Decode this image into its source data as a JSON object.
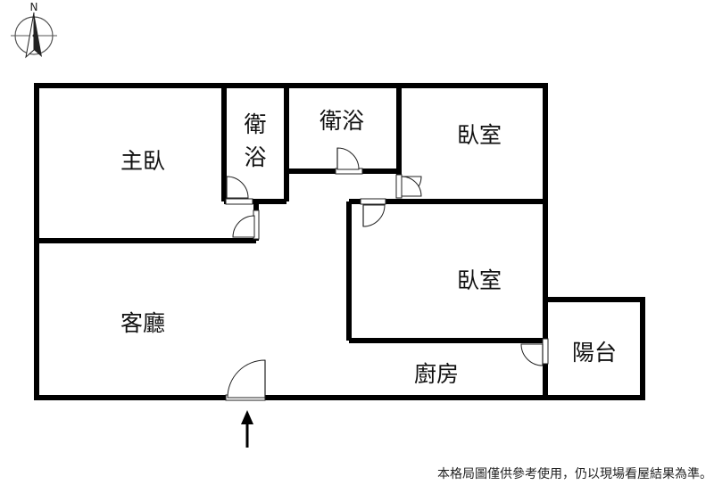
{
  "compass": {
    "north_label": "N"
  },
  "rooms": {
    "master_bedroom": "主臥",
    "bathroom_left": "衛\n浴",
    "bathroom_left_1": "衛",
    "bathroom_left_2": "浴",
    "bathroom_right": "衛浴",
    "bedroom_top": "臥室",
    "bedroom_mid": "臥室",
    "living_room": "客廳",
    "kitchen": "廚房",
    "balcony": "陽台"
  },
  "disclaimer": "本格局圖僅供參考使用，仍以現場看屋結果為準。",
  "colors": {
    "wall": "#000000",
    "background": "#ffffff"
  }
}
